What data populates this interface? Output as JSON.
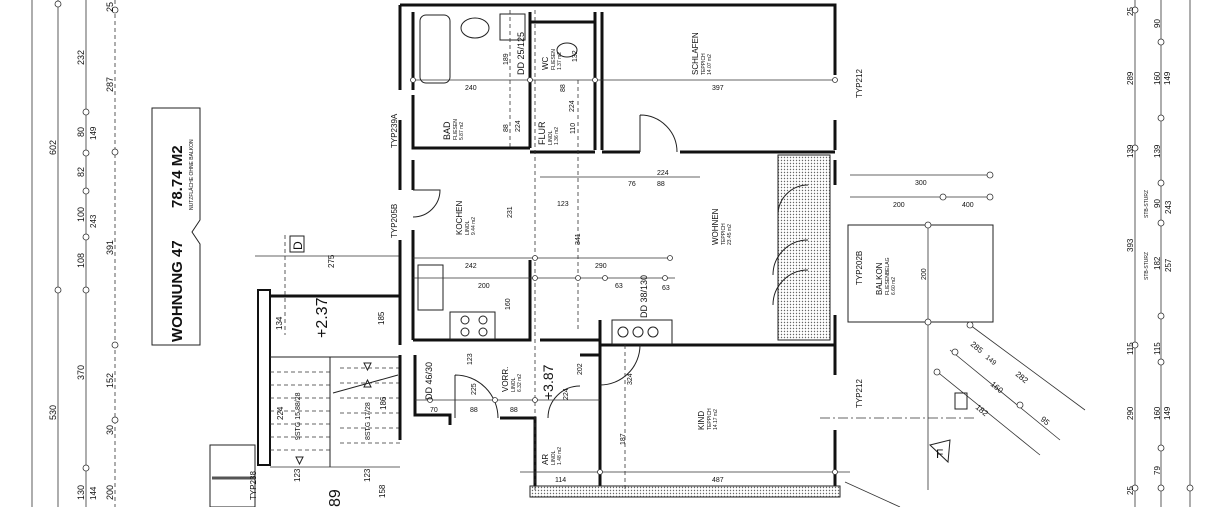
{
  "title_box": {
    "unit": "WOHNUNG 47",
    "area": "78.74 M2",
    "note": "NUTZFLÄCHE OHNE BALKON"
  },
  "rooms": [
    {
      "name": "BAD",
      "floor": "FLIESEN",
      "area": "5.87 m2"
    },
    {
      "name": "WC",
      "floor": "FLIESEN",
      "area": "1.37 m2"
    },
    {
      "name": "FLUR",
      "floor": "LINOL",
      "area": "1.36 m2"
    },
    {
      "name": "SCHLAFEN",
      "floor": "TEPPICH",
      "area": "14.07 m2"
    },
    {
      "name": "KOCHEN",
      "floor": "LINOL",
      "area": "9.44 m2"
    },
    {
      "name": "WOHNEN",
      "floor": "TEPPICH",
      "area": "23.45 m2"
    },
    {
      "name": "VORR.",
      "floor": "LINOL",
      "area": "6.32 m2"
    },
    {
      "name": "AR",
      "floor": "LINOL",
      "area": "1.48 m2"
    },
    {
      "name": "KIND",
      "floor": "TEPPICH",
      "area": "14.17 m2"
    },
    {
      "name": "BALKON",
      "floor": "FLIESENBELAG",
      "area": "6.60 m2"
    }
  ],
  "levels": {
    "apartment": "+3.87",
    "landing": "+2.37",
    "stair_lower": "89"
  },
  "openings": {
    "dd_bad": "DD 25/125",
    "dd_kitchen": "DD 38/130",
    "dd_hall": "DD 46/30",
    "typ_bad": "TYP239A",
    "typ_kitchen": "TYP205B",
    "typ_schlafen": "TYP212",
    "typ_balkon": "TYP202B",
    "typ_kind": "TYP212",
    "typ_stair": "TYP238"
  },
  "stairs": {
    "flight1": "9STG 15.88/28",
    "flight2": "8STG 17/28",
    "marker": "D"
  },
  "section_marker": "F",
  "dims_left": {
    "outer": [
      "602",
      "530"
    ],
    "mid": [
      "232",
      "80",
      "82",
      "100",
      "108",
      "370",
      "130"
    ],
    "mid_sub": [
      "149",
      "243",
      "144"
    ],
    "inner": [
      "25",
      "287",
      "391",
      "152",
      "30",
      "200"
    ]
  },
  "dims_right": {
    "outer": [
      "25",
      "289",
      "139",
      "393",
      "115",
      "290",
      "25"
    ],
    "inner": [
      "90",
      "160",
      "149",
      "139",
      "90",
      "243",
      "182",
      "257",
      "115",
      "160",
      "149",
      "79"
    ],
    "notes": [
      "STB-STURZ",
      "STB-STURZ"
    ]
  },
  "dims_interior": {
    "bad": [
      "240",
      "189",
      "224",
      "88"
    ],
    "schlafen": [
      "397"
    ],
    "flur": [
      "224",
      "88",
      "132",
      "110"
    ],
    "kochen": [
      "231",
      "242",
      "200",
      "160",
      "123"
    ],
    "wohnen": [
      "341",
      "290",
      "224",
      "88",
      "76",
      "63",
      "63"
    ],
    "vorr": [
      "70",
      "88",
      "225",
      "88",
      "224",
      "123",
      "202"
    ],
    "kind": [
      "487",
      "187",
      "114",
      "324"
    ],
    "balkon": [
      "300",
      "200",
      "400",
      "200"
    ],
    "stair": [
      "275",
      "134",
      "185",
      "224",
      "186",
      "123",
      "123",
      "158"
    ]
  },
  "diagonal_dims": [
    "282",
    "160",
    "149",
    "285",
    "95",
    "182"
  ]
}
